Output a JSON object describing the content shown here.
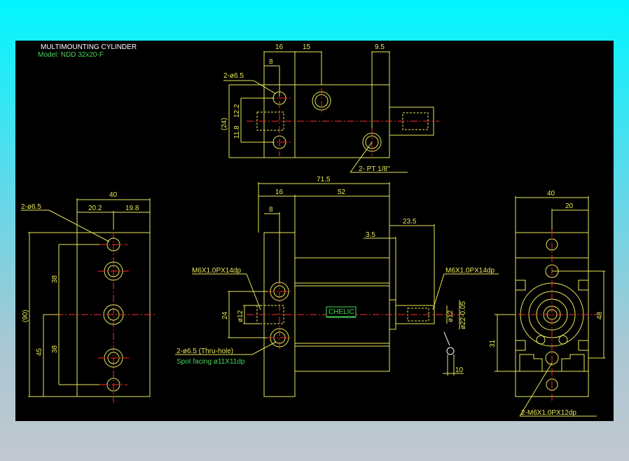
{
  "title": "MULTIMOUNTING CYLINDER",
  "model": "Model: NDD 32x20-F",
  "top_view": {
    "dims": {
      "d16": "16",
      "d15": "15",
      "d95": "9.5",
      "d8": "8",
      "d122": "12.2",
      "d118": "11.8",
      "d24": "(24)"
    },
    "callouts": {
      "holes": "2-ø6.5",
      "ports": "2- PT 1/8\""
    }
  },
  "front_view": {
    "dims": {
      "d715": "71.5",
      "d16": "16",
      "d52": "52",
      "d8": "8",
      "d235": "23.5",
      "d35": "3.5",
      "d24": "24",
      "d12": "ø12",
      "d10": "10",
      "d12b": "ø12",
      "d22": "ø22-0.05"
    },
    "callouts": {
      "m6_left": "M6X1.0PX14dp",
      "m6_right": "M6X1.0PX14dp",
      "thru_hole": "2-ø6.5 (Thru-hole)",
      "spot_facing": "Spot facing  ø11X11dp"
    },
    "logo_text": "CHELIC"
  },
  "left_view": {
    "dims": {
      "d40": "40",
      "d202": "20.2",
      "d198": "19.8",
      "d38a": "38",
      "d38b": "38",
      "d45": "45",
      "d90": "(90)"
    },
    "callouts": {
      "holes": "2-ø6.5"
    }
  },
  "right_view": {
    "dims": {
      "d40": "40",
      "d20": "20",
      "d48": "48",
      "d31": "31"
    },
    "callouts": {
      "threads": "2-M6X1.0PX12dp"
    }
  },
  "colors": {
    "geometry": "#ffffff",
    "dimension": "#e8e85a",
    "center": "#ff2a2a",
    "annotation": "#49d35a",
    "background": "#000000"
  }
}
